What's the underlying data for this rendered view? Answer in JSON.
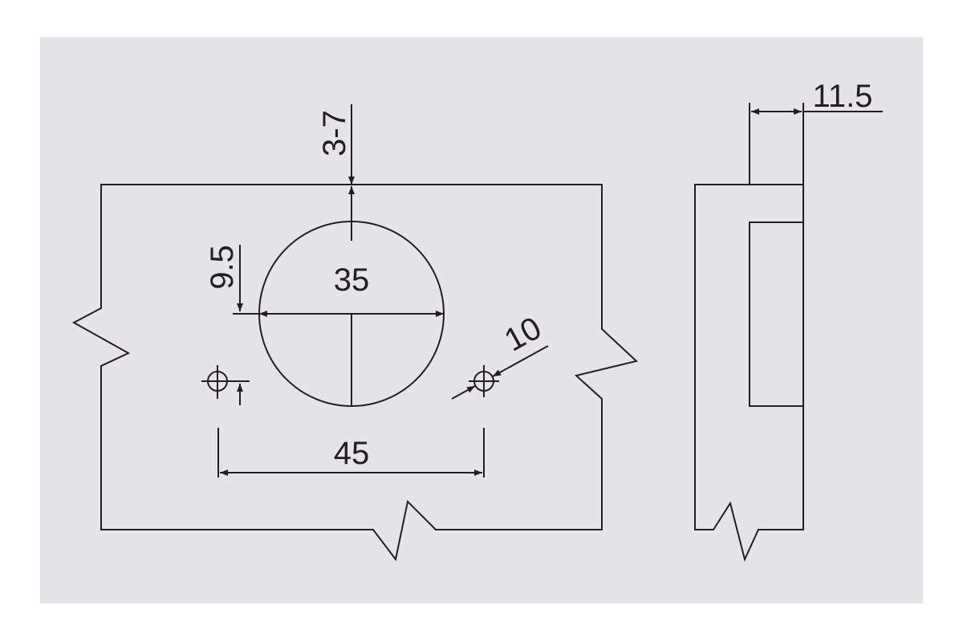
{
  "colors": {
    "background": "#e5e5e7",
    "panel": "#bebfc1",
    "cutout": "#ffffff",
    "line": "#231f20"
  },
  "dimensions": {
    "cup_diameter": "35",
    "edge_distance": "3-7",
    "hole_offset": "9.5",
    "hole_spacing": "45",
    "hole_diameter": "10",
    "cup_depth": "11.5"
  }
}
